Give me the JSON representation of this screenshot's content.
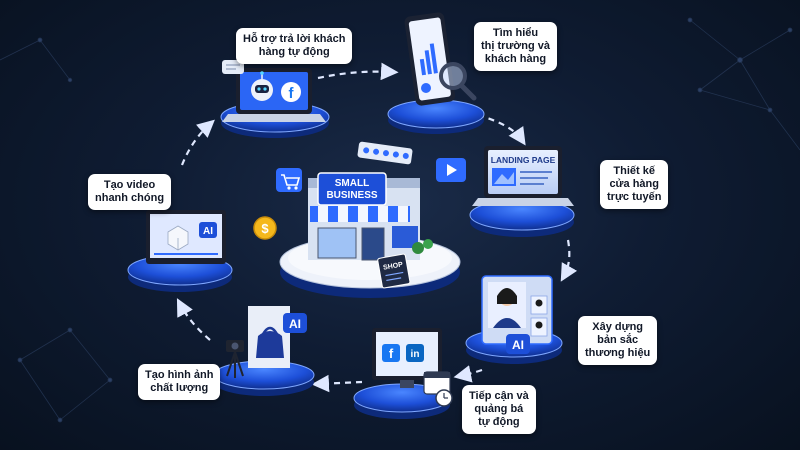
{
  "center": {
    "sign_line1": "SMALL",
    "sign_line2": "BUSINESS",
    "shop_sign": "SHOP",
    "rating_icon": "five-stars-icon",
    "icons": [
      "shopping-cart-icon",
      "video-play-icon",
      "dollar-coin-icon"
    ]
  },
  "steps": [
    {
      "id": "customer-support",
      "lines": [
        "Hỗ trợ trả lời khách",
        "hàng tự động"
      ],
      "icon": "chatbot-robot-icon"
    },
    {
      "id": "market-research",
      "lines": [
        "Tìm hiểu",
        "thị trường và",
        "khách hàng"
      ],
      "icon": "magnifier-phone-analytics-icon"
    },
    {
      "id": "online-store",
      "lines": [
        "Thiết kế",
        "cửa hàng",
        "trực tuyến"
      ],
      "icon": "landing-page-laptop-icon",
      "screen_text": "LANDING PAGE"
    },
    {
      "id": "brand-identity",
      "lines": [
        "Xây dựng",
        "bản sắc",
        "thương hiệu"
      ],
      "icon": "ai-avatar-profile-icon",
      "badge": "AI"
    },
    {
      "id": "auto-marketing",
      "lines": [
        "Tiếp cận và",
        "quảng bá",
        "tự động"
      ],
      "icon": "social-media-monitor-icon"
    },
    {
      "id": "ai-images",
      "lines": [
        "Tạo hình ảnh",
        "chất lượng"
      ],
      "icon": "camera-product-photo-icon",
      "badge": "AI"
    },
    {
      "id": "quick-video",
      "lines": [
        "Tạo video",
        "nhanh chóng"
      ],
      "icon": "video-player-icon",
      "badge": "AI"
    }
  ],
  "colors": {
    "background": "#0b1426",
    "platform": "#1d4fd8",
    "accent": "#2f6bff",
    "label_bg": "#ffffff",
    "label_text": "#111827"
  }
}
